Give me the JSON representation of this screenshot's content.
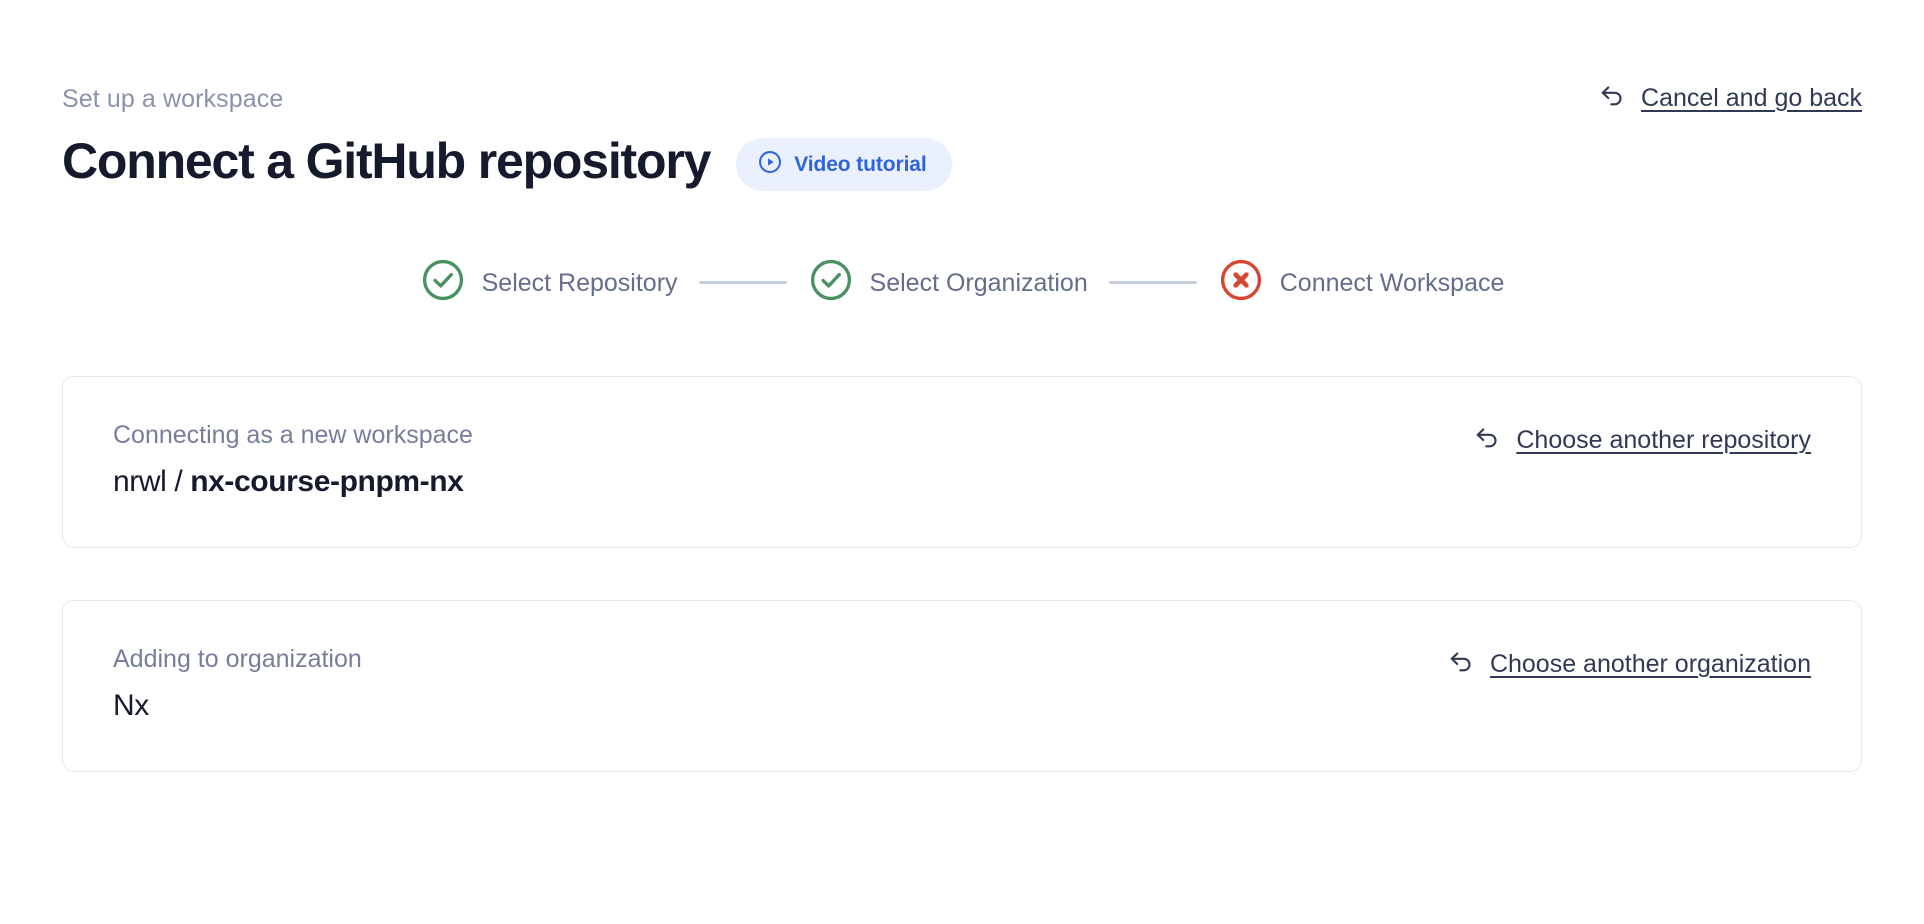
{
  "header": {
    "eyebrow": "Set up a workspace",
    "title": "Connect a GitHub repository",
    "video_badge": {
      "label": "Video tutorial",
      "icon": "play-circle-icon",
      "bg_color": "#eaf0fd",
      "text_color": "#2f64e0"
    },
    "cancel": {
      "label": "Cancel and go back",
      "icon": "arrow-uturn-left-icon",
      "text_color": "#313a55"
    }
  },
  "stepper": {
    "connector_color": "#c6cddf",
    "steps": [
      {
        "label": "Select Repository",
        "state": "complete",
        "icon": "check-circle-icon",
        "color": "#4a9060"
      },
      {
        "label": "Select Organization",
        "state": "complete",
        "icon": "check-circle-icon",
        "color": "#4a9060"
      },
      {
        "label": "Connect Workspace",
        "state": "error",
        "icon": "x-circle-icon",
        "color": "#d64530"
      }
    ]
  },
  "cards": [
    {
      "caption": "Connecting as a new workspace",
      "value_owner": "nrwl",
      "value_separator": "/",
      "value_repo": "nx-course-pnpm-nx",
      "action": {
        "label": "Choose another repository",
        "icon": "arrow-uturn-left-icon"
      }
    },
    {
      "caption": "Adding to organization",
      "value_plain": "Nx",
      "action": {
        "label": "Choose another organization",
        "icon": "arrow-uturn-left-icon"
      }
    }
  ]
}
